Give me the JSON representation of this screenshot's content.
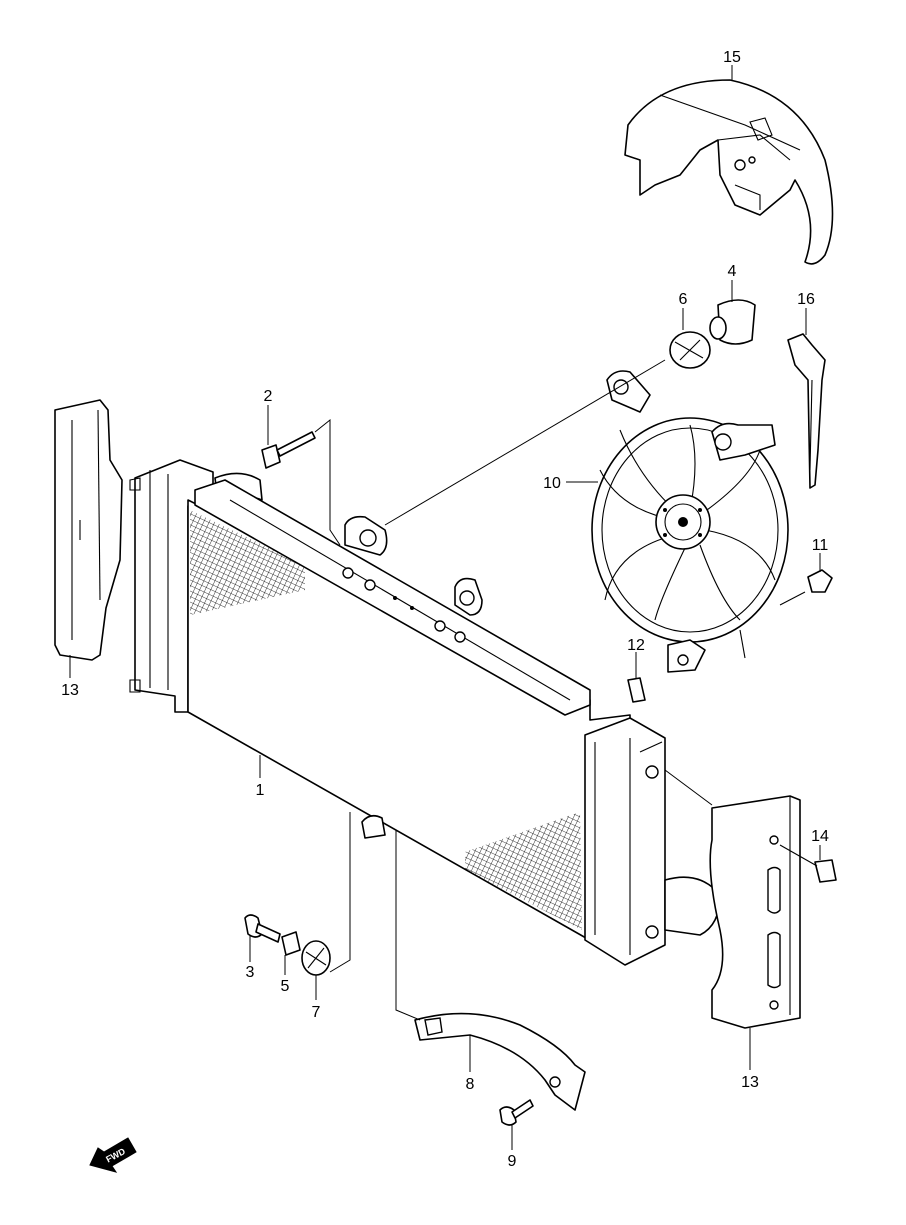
{
  "diagram": {
    "callouts": {
      "p1": "1",
      "p2": "2",
      "p3": "3",
      "p4": "4",
      "p5": "5",
      "p6": "6",
      "p7": "7",
      "p8": "8",
      "p9": "9",
      "p10": "10",
      "p11": "11",
      "p12": "12",
      "p13a": "13",
      "p13b": "13",
      "p14": "14",
      "p15": "15",
      "p16": "16"
    },
    "fwd_label": "FWD"
  }
}
